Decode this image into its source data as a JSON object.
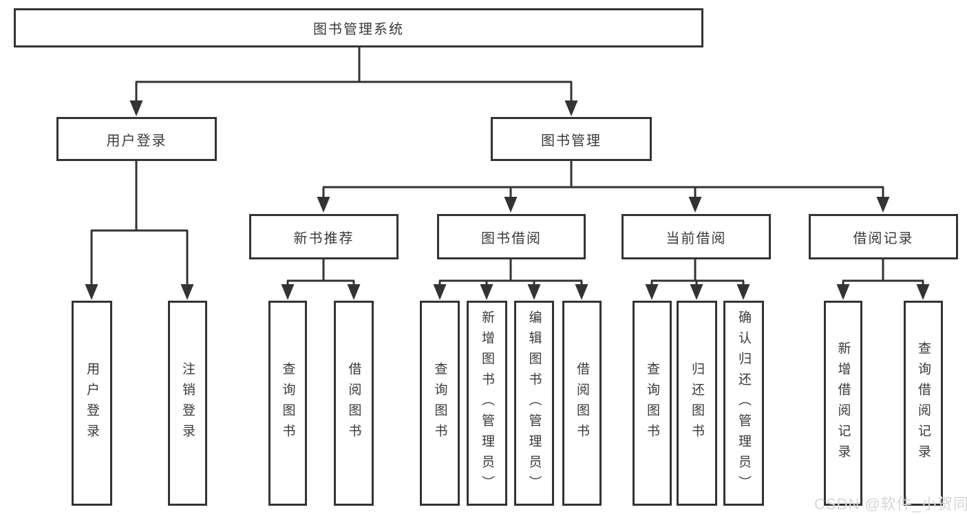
{
  "nodes": {
    "root": {
      "label": "图书管理系统"
    },
    "user_login": {
      "label": "用户登录"
    },
    "book_management": {
      "label": "图书管理"
    },
    "new_book_recommend": {
      "label": "新书推荐"
    },
    "book_borrow": {
      "label": "图书借阅"
    },
    "current_borrow": {
      "label": "当前借阅"
    },
    "borrow_record": {
      "label": "借阅记录"
    },
    "leaf_user_login": {
      "label": "用户登录"
    },
    "leaf_logout": {
      "label": "注销登录"
    },
    "leaf_search_book_1": {
      "label": "查询图书"
    },
    "leaf_borrow_book_1": {
      "label": "借阅图书"
    },
    "leaf_search_book_2": {
      "label": "查询图书"
    },
    "leaf_add_book": {
      "label": "新增图书（管理员）"
    },
    "leaf_edit_book": {
      "label": "编辑图书（管理员）"
    },
    "leaf_borrow_book_2": {
      "label": "借阅图书"
    },
    "leaf_search_book_3": {
      "label": "查询图书"
    },
    "leaf_return_book": {
      "label": "归还图书"
    },
    "leaf_confirm_return": {
      "label": "确认归还（管理员）"
    },
    "leaf_add_borrow_record": {
      "label": "新增借阅记录"
    },
    "leaf_search_borrow_record": {
      "label": "查询借阅记录"
    }
  },
  "watermark": {
    "text": "CSDN @软件_小贺同学"
  },
  "colors": {
    "line": "#333333",
    "box_border": "#333333",
    "text": "#3a3a3a",
    "watermark": "#d6d6d6"
  }
}
